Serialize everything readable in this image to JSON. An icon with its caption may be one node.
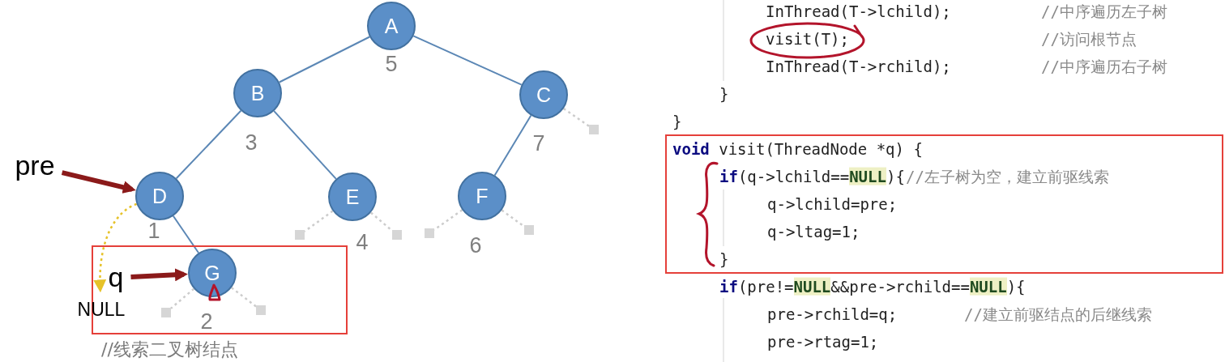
{
  "diagram": {
    "nodes": [
      {
        "text": [
          "A"
        ],
        "beside": [
          "5"
        ]
      },
      {
        "text": [
          "B"
        ],
        "beside": [
          "3"
        ]
      },
      {
        "text": [
          "C"
        ],
        "beside": [
          "7"
        ]
      },
      {
        "text": [
          "pre"
        ]
      },
      {
        "text": [
          "D"
        ],
        "beside": [
          "1"
        ]
      },
      {
        "text": [
          "E"
        ],
        "beside": [
          "4"
        ]
      },
      {
        "text": [
          "F"
        ],
        "beside": [
          "6"
        ]
      },
      {
        "text": [],
        "shape": "box"
      },
      {
        "text": [
          "G"
        ],
        "beside": [
          "2"
        ],
        "in": 7
      },
      {
        "text": [
          "q"
        ],
        "in": 7
      },
      {
        "text": [
          "NULL"
        ]
      },
      {
        "text": [
          "**void** visit(ThreadNode *q) {",
          "**if**(q->lchild==**NULL**){",
          "//左子树为空，建立前驱线索",
          "q->lchild=pre;",
          "q->ltag=1;",
          "}"
        ]
      },
      {
        "text": [],
        "shape": "box",
        "in": 7
      },
      {
        "text": [],
        "shape": "box",
        "in": 7
      },
      {
        "text": [],
        "shape": "box"
      },
      {
        "text": [],
        "shape": "box"
      },
      {
        "text": [],
        "shape": "box"
      },
      {
        "text": [],
        "shape": "box"
      },
      {
        "text": [],
        "shape": "box"
      }
    ],
    "edges": [
      {
        "from": 0,
        "to": 1,
        "arrow": "none",
        "color": "#5b87b5"
      },
      {
        "from": 0,
        "to": 2,
        "arrow": "none",
        "color": "#5b87b5"
      },
      {
        "from": 1,
        "to": 4,
        "arrow": "none",
        "color": "#5b87b5"
      },
      {
        "from": 1,
        "to": 5,
        "arrow": "none",
        "color": "#5b87b5"
      },
      {
        "from": 2,
        "to": 6,
        "arrow": "none",
        "color": "#5b87b5"
      },
      {
        "from": 4,
        "to": 8,
        "arrow": "none",
        "color": "#5b87b5"
      },
      {
        "from": 3,
        "to": 4,
        "arrow": "to",
        "style": "thick",
        "color": "#8b1a1a"
      },
      {
        "from": 9,
        "to": 8,
        "arrow": "to",
        "style": "thick",
        "color": "#8b1a1a"
      },
      {
        "from": 4,
        "to": 10,
        "arrow": "to",
        "style": "dashed",
        "color": "#e6c229"
      },
      {
        "from": 8,
        "to": 12,
        "arrow": "none",
        "style": "dashed",
        "color": "#cccccc"
      },
      {
        "from": 8,
        "to": 13,
        "arrow": "none",
        "style": "dashed",
        "color": "#cccccc"
      },
      {
        "from": 5,
        "to": 14,
        "arrow": "none",
        "style": "dashed",
        "color": "#cccccc"
      },
      {
        "from": 5,
        "to": 15,
        "arrow": "none",
        "style": "dashed",
        "color": "#cccccc"
      },
      {
        "from": 6,
        "to": 16,
        "arrow": "none",
        "style": "dashed",
        "color": "#cccccc"
      },
      {
        "from": 6,
        "to": 17,
        "arrow": "none",
        "style": "dashed",
        "color": "#cccccc"
      },
      {
        "from": 2,
        "to": 18,
        "arrow": "none",
        "style": "dashed",
        "color": "#cccccc"
      }
    ],
    "labels": [
      "InThread(T->lchild);",
      "//中序遍历左子树",
      "visit(T);",
      "//访问根节点",
      "InThread(T->rchild);",
      "//中序遍历右子树",
      "}",
      "}",
      "**if**(pre!=**NULL**&&pre->rchild==**NULL**){",
      "pre->rchild=q;",
      "//建立前驱结点的后继线索",
      "//线索二叉树结点",
      "pre->rtag=1;"
    ]
  }
}
